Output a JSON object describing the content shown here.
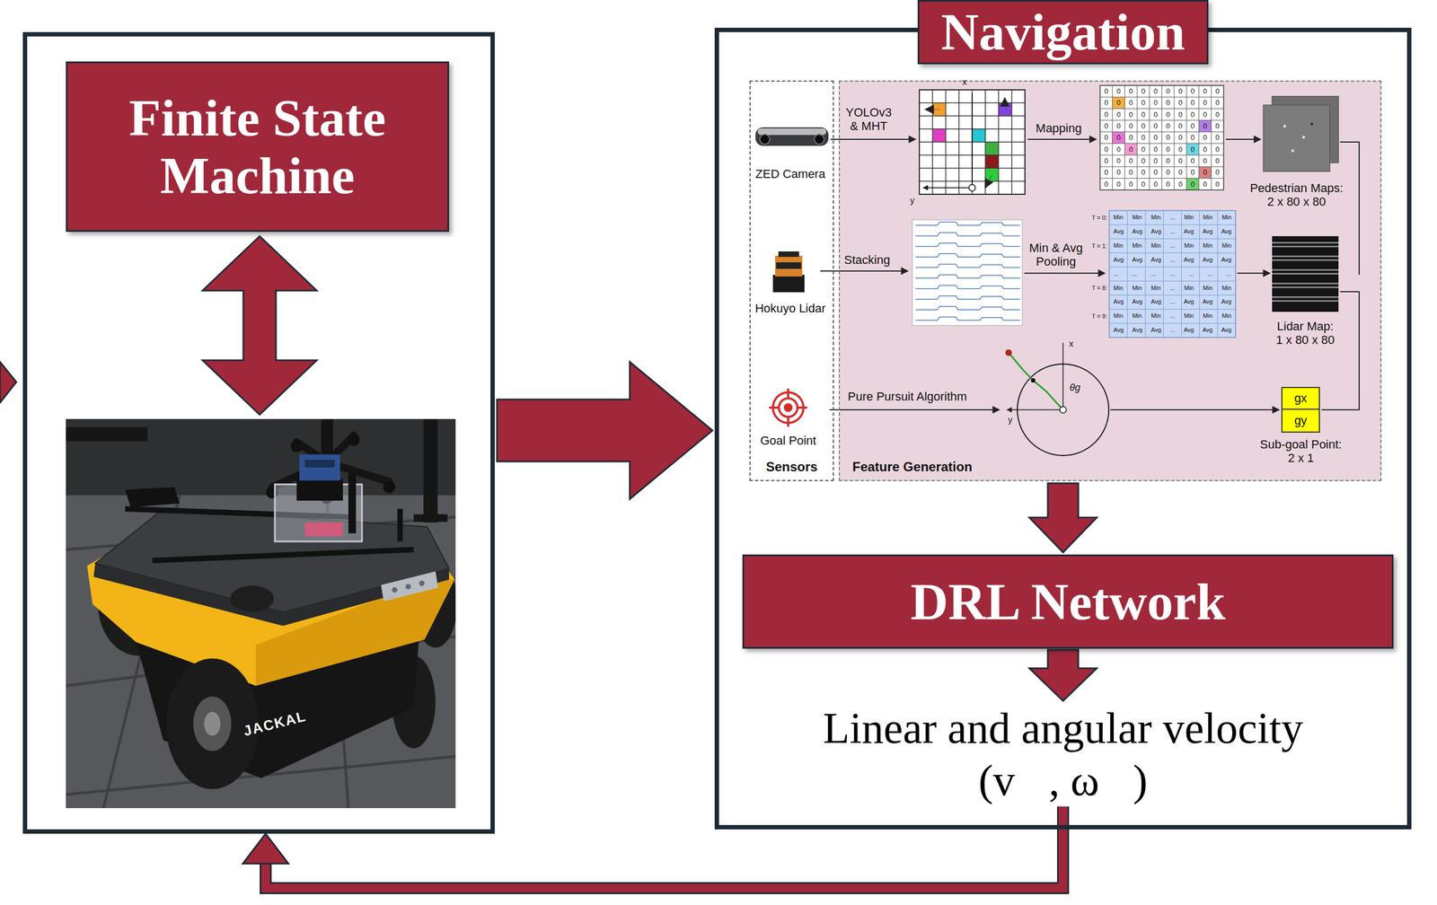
{
  "diagram": {
    "nodes": [
      {
        "text": []
      },
      {
        "text": [
          "Finite State Machine"
        ],
        "in": 0
      },
      {
        "text": [
          "JACKAL"
        ],
        "in": 0
      },
      {
        "text": [
          "Navigation"
        ]
      },
      {
        "text": [
          "Sensors"
        ],
        "in": 3
      },
      {
        "text": [
          "Feature Generation"
        ],
        "in": 3
      },
      {
        "text": [
          "gx"
        ],
        "in": 5
      },
      {
        "text": [
          "gy"
        ],
        "in": 5
      },
      {
        "text": [
          "DRL Network"
        ],
        "in": 3
      },
      {
        "text": [
          "Linear and angular velocity",
          "(v⃗, ω⃗)"
        ],
        "in": 3
      }
    ],
    "edges": [
      {
        "from": 0,
        "to": 3,
        "arrow": "to"
      },
      {
        "from": 1,
        "to": 2,
        "arrow": "both"
      },
      {
        "from": 5,
        "to": 8,
        "arrow": "to"
      },
      {
        "from": 8,
        "to": 9,
        "arrow": "to"
      },
      {
        "from": 9,
        "to": 0,
        "arrow": "to"
      }
    ],
    "labels": [
      "ZED Camera",
      "YOLOv3 & MHT",
      "x",
      "y",
      "Mapping",
      "0 0 0 0 0 0 0 0 0 0",
      "0 0 0 0 0 0 0 0 0 0",
      "0 0 0 0 0 0 0 0 0 0",
      "0 0 0 0 0 0 0 0 0 0",
      "0 0 0 0 0 0 0 0 0 0",
      "0 0 0 0 0 0 0 0 0 0",
      "0 0 0 0 0 0 0 0 0 0",
      "0 0 0 0 0 0 0 0 0 0",
      "0 0 0 0 0 0 0 0 0 0",
      "Pedestrian Maps: 2 x 80 x 80",
      "Hokuyo Lidar",
      "Stacking",
      "Min & Avg Pooling",
      "T = 0:",
      "T = 1:",
      "T = 8:",
      "T = 9:",
      "Min Min Min ... Min Min Min",
      "Avg Avg Avg ... Avg Avg Avg",
      "Min Min Min ... Min Min Min",
      "Avg Avg Avg ... Avg Avg Avg",
      "... ... ... ... ... ... ...",
      "Min Min Min ... Min Min Min",
      "Avg Avg Avg ... Avg Avg Avg",
      "Min Min Min ... Min Min Min",
      "Avg Avg Avg ... Avg Avg Avg",
      "Lidar Map: 1 x 80 x 80",
      "Goal Point",
      "Pure Pursuit Algorithm",
      "x",
      "y",
      "θg",
      "Sub-goal Point: 2 x 1"
    ]
  }
}
